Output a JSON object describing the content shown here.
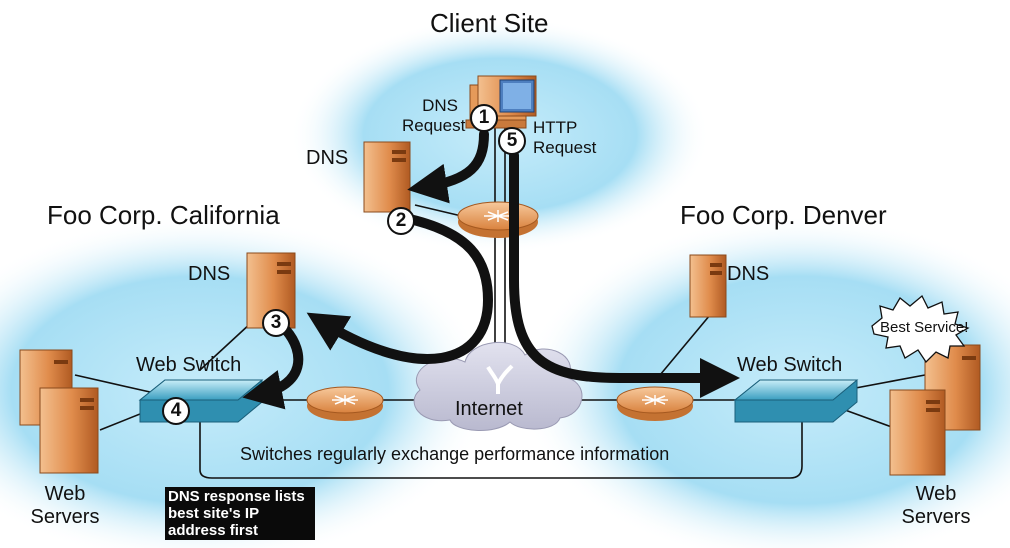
{
  "sites": {
    "client": "Client Site",
    "california": "Foo Corp. California",
    "denver": "Foo Corp. Denver"
  },
  "labels": {
    "dns_request": "DNS Request",
    "http_request": "HTTP Request",
    "dns_client": "DNS",
    "dns_california": "DNS",
    "dns_denver": "DNS",
    "web_switch_california": "Web Switch",
    "web_switch_denver": "Web Switch",
    "internet": "Internet",
    "exchange": "Switches regularly exchange performance information",
    "web_servers_left": "Web Servers",
    "web_servers_right": "Web Servers",
    "best_service": "Best Service!",
    "dns_response": "DNS response lists best site's IP address first"
  },
  "steps": [
    "1",
    "2",
    "3",
    "4",
    "5"
  ],
  "colors": {
    "cloud": "#8fd3f0",
    "server": "#e09a5e",
    "switch": "#3aa9c8",
    "arrow": "#111111"
  }
}
